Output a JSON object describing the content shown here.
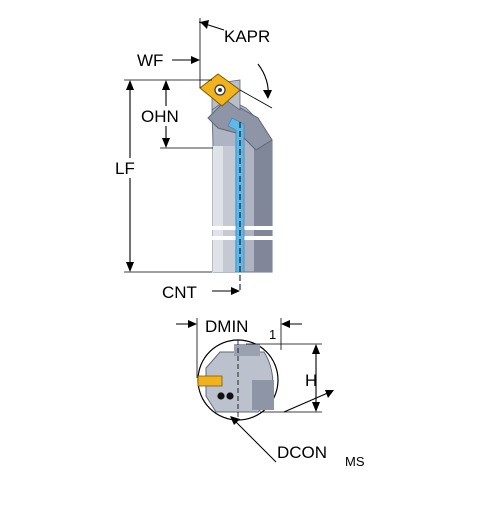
{
  "labels": {
    "wf": "WF",
    "kapr": "KAPR",
    "ohn": "OHN",
    "lf": "LF",
    "cnt": "CNT",
    "dmin": "DMIN",
    "dmin_sub": "1",
    "h": "H",
    "dcon": "DCON",
    "dcon_sub": "MS"
  },
  "colors": {
    "holder_light": "#c9ced8",
    "holder_mid": "#8e96a6",
    "holder_dark": "#5f6778",
    "insert": "#f2b21c",
    "coolant": "#5fb8e8",
    "line": "#000000"
  }
}
